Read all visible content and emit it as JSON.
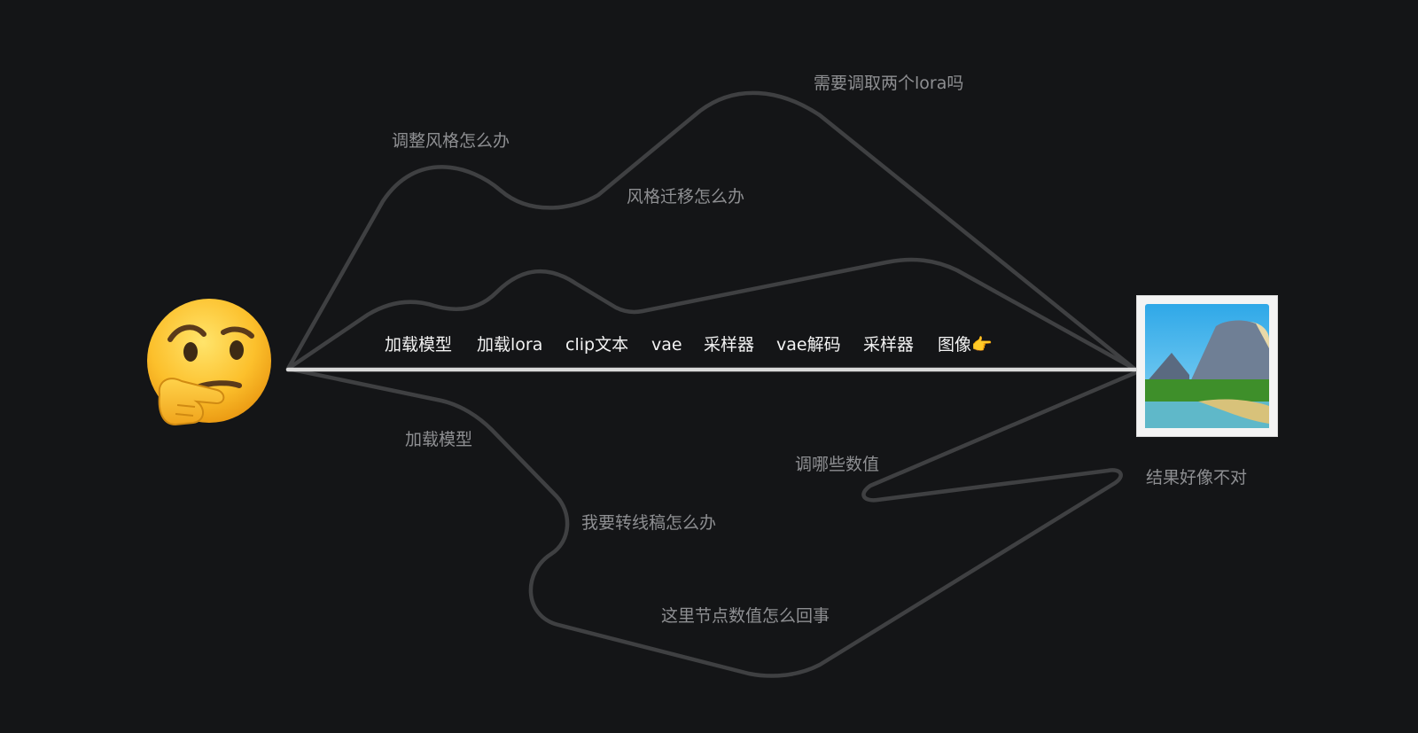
{
  "main_flow": {
    "steps": [
      "加载模型",
      "加载lora",
      "clip文本",
      "vae",
      "采样器",
      "vae解码",
      "采样器",
      "图像👉"
    ]
  },
  "branches": {
    "adjust_style": "调整风格怎么办",
    "two_lora": "需要调取两个lora吗",
    "style_transfer": "风格迁移怎么办",
    "load_model": "加载模型",
    "line_art": "我要转线稿怎么办",
    "which_values": "调哪些数值",
    "node_values": "这里节点数值怎么回事",
    "result_wrong": "结果好像不对"
  },
  "icons": {
    "start": "thinking-face-icon",
    "end": "framed-picture-icon"
  },
  "colors": {
    "background": "#141517",
    "line": "#3f4042",
    "main_line": "#e8e8e8",
    "label": "#8e8f92",
    "main_text": "#f3f3f3"
  }
}
